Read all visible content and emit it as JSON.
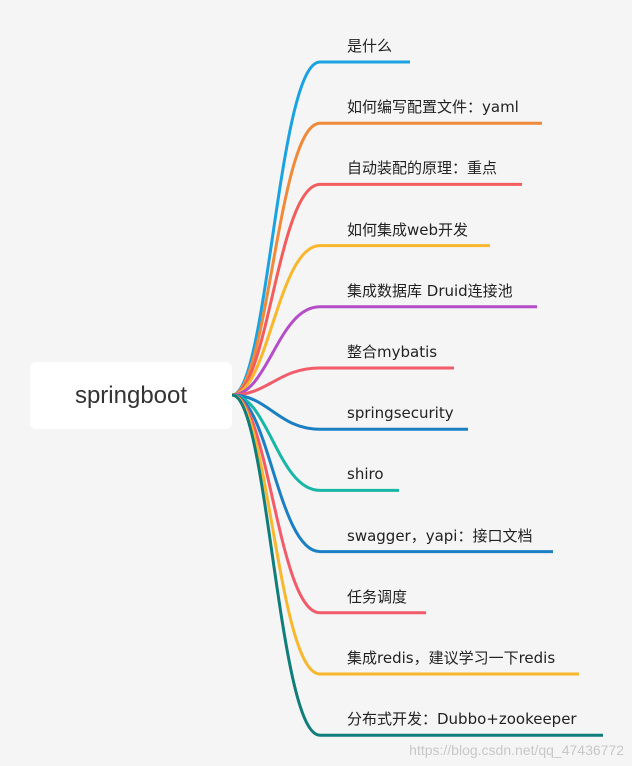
{
  "root": {
    "label": "springboot"
  },
  "branches": [
    {
      "label": "是什么",
      "color": "#1aa3e0"
    },
    {
      "label": "如何编写配置文件：yaml",
      "color": "#ef8a3a"
    },
    {
      "label": "自动装配的原理：重点",
      "color": "#f25c5c"
    },
    {
      "label": "如何集成web开发",
      "color": "#f9b72e"
    },
    {
      "label": "集成数据库 Druid连接池",
      "color": "#b54cc8"
    },
    {
      "label": "整合mybatis",
      "color": "#f25c6a"
    },
    {
      "label": "springsecurity",
      "color": "#1b7fc4"
    },
    {
      "label": "shiro",
      "color": "#18b6a6"
    },
    {
      "label": "swagger，yapi：接口文档",
      "color": "#1b7fc4"
    },
    {
      "label": "任务调度",
      "color": "#f25c6a"
    },
    {
      "label": "集成redis，建议学习一下redis",
      "color": "#f9b72e"
    },
    {
      "label": "分布式开发：Dubbo+zookeeper",
      "color": "#0f7d7a"
    }
  ],
  "watermark": "https://blog.csdn.net/qq_47436772"
}
